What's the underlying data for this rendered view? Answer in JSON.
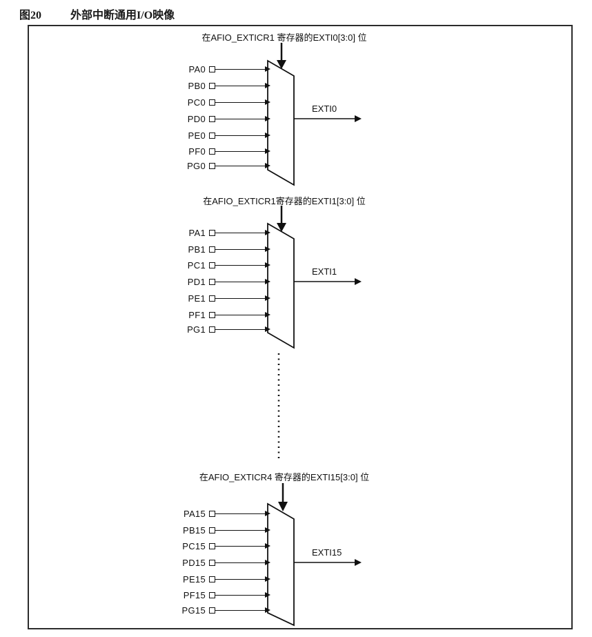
{
  "figure": {
    "number": "图20",
    "title": "外部中断通用I/O映像"
  },
  "blocks": [
    {
      "control_label": "在AFIO_EXTICR1 寄存器的EXTI0[3:0] 位",
      "inputs": [
        "PA0",
        "PB0",
        "PC0",
        "PD0",
        "PE0",
        "PF0",
        "PG0"
      ],
      "output": "EXTI0"
    },
    {
      "control_label": "在AFIO_EXTICR1寄存器的EXTI1[3:0] 位",
      "inputs": [
        "PA1",
        "PB1",
        "PC1",
        "PD1",
        "PE1",
        "PF1",
        "PG1"
      ],
      "output": "EXTI1"
    },
    {
      "control_label": "在AFIO_EXTICR4 寄存器的EXTI15[3:0] 位",
      "inputs": [
        "PA15",
        "PB15",
        "PC15",
        "PD15",
        "PE15",
        "PF15",
        "PG15"
      ],
      "output": "EXTI15"
    }
  ],
  "colors": {
    "line": "#111111",
    "background": "#ffffff",
    "frame_border": "#2b2b2b"
  }
}
